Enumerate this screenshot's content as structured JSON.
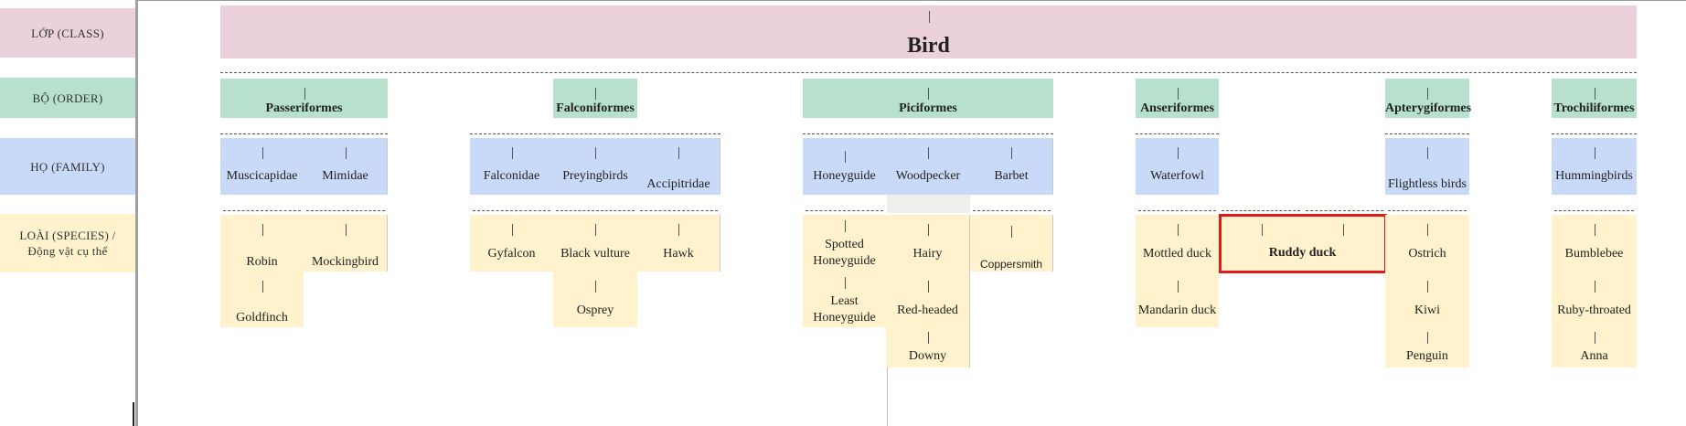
{
  "sidebar": {
    "class_label": "LỚP (CLASS)",
    "order_label": "BỘ (ORDER)",
    "family_label": "HỌ (FAMILY)",
    "species_label_line1": "LOÀI (SPECIES) /",
    "species_label_line2": "Động vật cụ thể"
  },
  "class": {
    "name": "Bird"
  },
  "orders": [
    "Passeriformes",
    "Falconiformes",
    "Piciformes",
    "Anseriformes",
    "Apterygiformes",
    "Trochiliformes"
  ],
  "families": [
    "Muscicapidae",
    "Mimidae",
    "Falconidae",
    "Preyingbirds",
    "Accipitridae",
    "Honeyguide",
    "Woodpecker",
    "Barbet",
    "Waterfowl",
    "Flightless birds",
    "Hummingbirds"
  ],
  "species": {
    "robin": "Robin",
    "goldfinch": "Goldfinch",
    "mockingbird": "Mockingbird",
    "gyfalcon": "Gyfalcon",
    "black_vulture": "Black vulture",
    "osprey": "Osprey",
    "hawk": "Hawk",
    "spotted_honeyguide": "Spotted Honeyguide",
    "least_honeyguide": "Least Honeyguide",
    "hairy": "Hairy",
    "red_headed": "Red-headed",
    "downy": "Downy",
    "coppersmith": "Coppersmith",
    "mottled_duck": "Mottled duck",
    "mandarin_duck": "Mandarin duck",
    "ruddy_duck": "Ruddy duck",
    "ostrich": "Ostrich",
    "kiwi": "Kiwi",
    "penguin": "Penguin",
    "bumblebee": "Bumblebee",
    "ruby_throated": "Ruby-throated",
    "anna": "Anna"
  },
  "colors": {
    "class": "#ead1dc",
    "order": "#b7e1cd",
    "family": "#c9daf8",
    "species": "#fff2cc",
    "highlight": "#e01b1b"
  }
}
